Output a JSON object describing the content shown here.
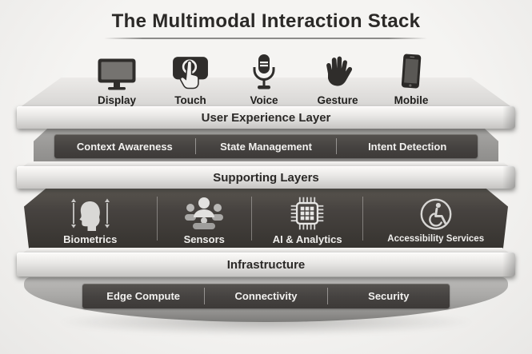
{
  "title": "The Multimodal Interaction Stack",
  "palette": {
    "background": "#f1f0ee",
    "light_layer_top": "#fcfbf9",
    "light_layer_bottom": "#c6c5c3",
    "mid_layer": "#979694",
    "dark_panel": "#454240",
    "dark_bar": "#4a4744",
    "text_dark": "#2b2927",
    "text_light": "#f2f1ef"
  },
  "modalities": [
    {
      "label": "Display",
      "icon": "monitor-icon"
    },
    {
      "label": "Touch",
      "icon": "touch-icon"
    },
    {
      "label": "Voice",
      "icon": "microphone-icon"
    },
    {
      "label": "Gesture",
      "icon": "hand-icon"
    },
    {
      "label": "Mobile",
      "icon": "smartphone-icon"
    }
  ],
  "layers": {
    "user_experience": {
      "label": "User Experience Layer",
      "items": [
        {
          "label": "Context Awareness"
        },
        {
          "label": "State Management"
        },
        {
          "label": "Intent Detection"
        }
      ]
    },
    "supporting": {
      "label": "Supporting Layers",
      "items": [
        {
          "label": "Biometrics",
          "icon": "biometrics-icon"
        },
        {
          "label": "Sensors",
          "icon": "sensors-icon"
        },
        {
          "label": "AI & Analytics",
          "icon": "ai-chip-icon"
        },
        {
          "label": "Accessibility Services",
          "icon": "accessibility-icon"
        }
      ]
    },
    "infrastructure": {
      "label": "Infrastructure",
      "items": [
        {
          "label": "Edge Compute"
        },
        {
          "label": "Connectivity"
        },
        {
          "label": "Security"
        }
      ]
    }
  }
}
